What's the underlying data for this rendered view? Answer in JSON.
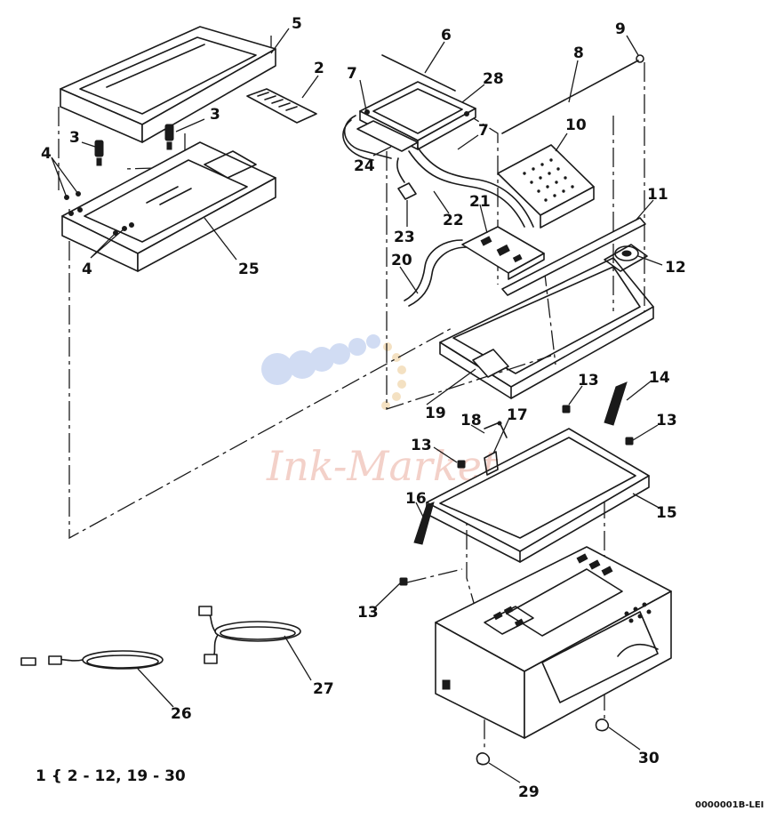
{
  "diagram": {
    "callouts": [
      {
        "id": "c5",
        "label": "5"
      },
      {
        "id": "c2",
        "label": "2"
      },
      {
        "id": "c3a",
        "label": "3"
      },
      {
        "id": "c3b",
        "label": "3"
      },
      {
        "id": "c4a",
        "label": "4"
      },
      {
        "id": "c4b",
        "label": "4"
      },
      {
        "id": "c25",
        "label": "25"
      },
      {
        "id": "c6",
        "label": "6"
      },
      {
        "id": "c9",
        "label": "9"
      },
      {
        "id": "c8",
        "label": "8"
      },
      {
        "id": "c7a",
        "label": "7"
      },
      {
        "id": "c28",
        "label": "28"
      },
      {
        "id": "c7b",
        "label": "7"
      },
      {
        "id": "c10",
        "label": "10"
      },
      {
        "id": "c24",
        "label": "24"
      },
      {
        "id": "c21",
        "label": "21"
      },
      {
        "id": "c22",
        "label": "22"
      },
      {
        "id": "c23",
        "label": "23"
      },
      {
        "id": "c11",
        "label": "11"
      },
      {
        "id": "c12",
        "label": "12"
      },
      {
        "id": "c20",
        "label": "20"
      },
      {
        "id": "c19",
        "label": "19"
      },
      {
        "id": "c13a",
        "label": "13"
      },
      {
        "id": "c14",
        "label": "14"
      },
      {
        "id": "c13b",
        "label": "13"
      },
      {
        "id": "c18",
        "label": "18"
      },
      {
        "id": "c17",
        "label": "17"
      },
      {
        "id": "c13c",
        "label": "13"
      },
      {
        "id": "c16",
        "label": "16"
      },
      {
        "id": "c15",
        "label": "15"
      },
      {
        "id": "c13d",
        "label": "13"
      },
      {
        "id": "c27",
        "label": "27"
      },
      {
        "id": "c26",
        "label": "26"
      },
      {
        "id": "c30",
        "label": "30"
      },
      {
        "id": "c29",
        "label": "29"
      }
    ],
    "footnote": "1 { 2 - 12, 19 - 30",
    "drawing_code": "0000001B-LEI",
    "watermark": "Ink-Market"
  }
}
